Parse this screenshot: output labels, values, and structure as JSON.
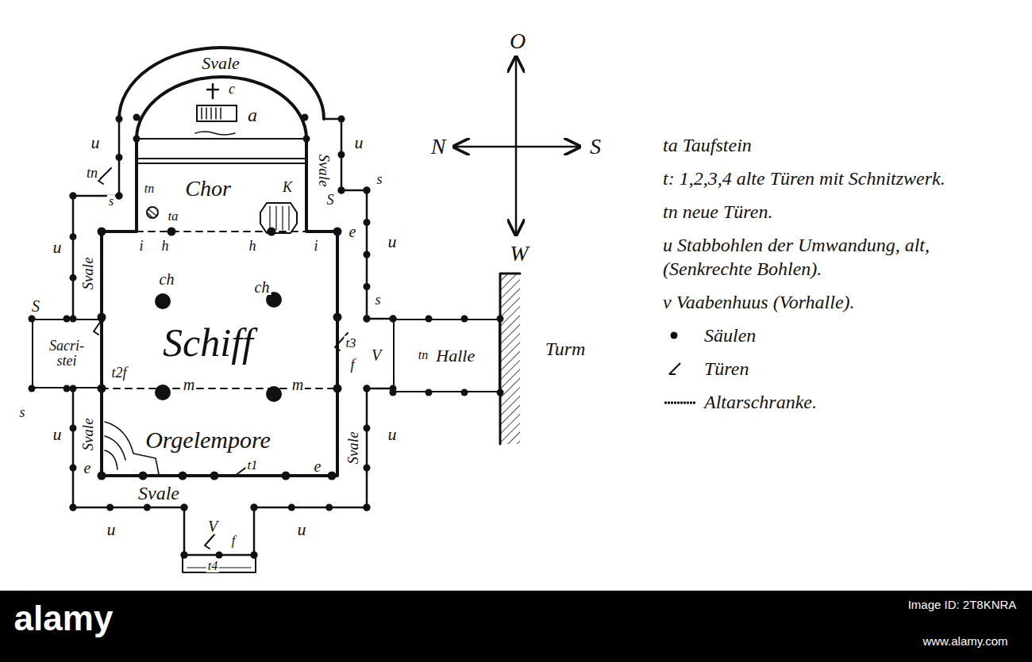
{
  "diagram": {
    "nodes": [
      {
        "text": [
          "Sacri- stei"
        ]
      },
      {
        "text": [
          "tn",
          "Halle"
        ]
      }
    ],
    "labels": [
      "c",
      "a",
      "Svale",
      "u",
      "u",
      "Svale",
      "tn",
      "tn",
      "Chor",
      "K",
      "s",
      "S",
      "s",
      "ta",
      "i",
      "h",
      "h",
      "i",
      "e",
      "u",
      "u",
      "Svale",
      "ch",
      "ch",
      "s",
      "S",
      "Schiff",
      "t2f",
      "t3",
      "f",
      "V",
      "Turm",
      "m",
      "m",
      "s",
      "u",
      "u",
      "Svale",
      "Svale",
      "Orgelempore",
      "e",
      "e",
      "t1",
      "Svale",
      "u",
      "u",
      "V",
      "f",
      "t4",
      "O",
      "N",
      "S",
      "W",
      "alamy",
      "Image ID: 2T8KNRA",
      "www.alamy.com"
    ],
    "legend": [
      {
        "text": "ta Taufstein"
      },
      {
        "text": "t: 1,2,3,4 alte Türen mit Schnitzwerk."
      },
      {
        "text": "tn neue Türen."
      },
      {
        "text": "u Stabbohlen der Umwandung, alt, (Senkrechte Bohlen)."
      },
      {
        "text": "v Vaabenhuus (Vorhalle)."
      },
      {
        "text": "Säulen"
      },
      {
        "text": "Türen"
      },
      {
        "text": "Altarschranke."
      }
    ]
  }
}
